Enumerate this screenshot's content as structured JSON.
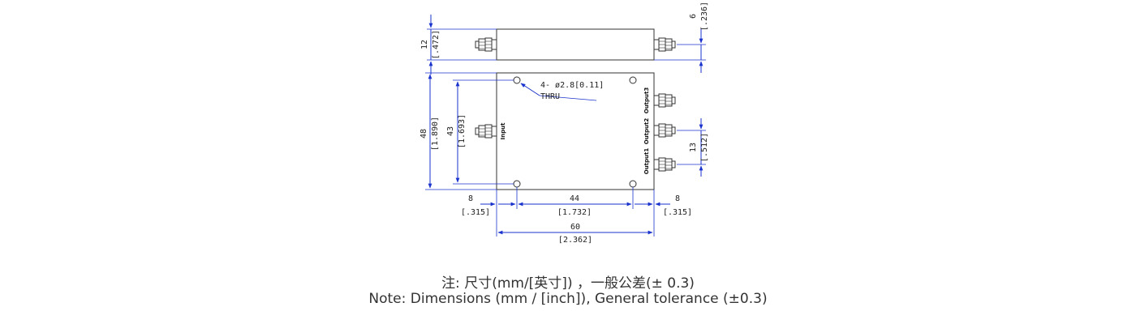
{
  "colors": {
    "dimension": "#1a33cc",
    "outline": "#333333",
    "text": "#222222"
  },
  "side_view": {
    "height": {
      "mm": "12",
      "inch": "[.472]"
    },
    "connector_offset": {
      "mm": "6",
      "inch": "[.236]"
    }
  },
  "top_view": {
    "height": {
      "mm": "48",
      "inch": "[1.890]"
    },
    "hole_span_vertical": {
      "mm": "43",
      "inch": "[1.693]"
    },
    "output_pitch": {
      "mm": "13",
      "inch": "[.512]"
    },
    "left_offset": {
      "mm": "8",
      "inch": "[.315]"
    },
    "hole_span_horizontal": {
      "mm": "44",
      "inch": "[1.732]"
    },
    "right_offset": {
      "mm": "8",
      "inch": "[.315]"
    },
    "length": {
      "mm": "60",
      "inch": "[2.362]"
    },
    "hole_callout": {
      "line1": "4- ø2.8[0.11]",
      "line2": "THRU"
    },
    "ports": {
      "input": "Input",
      "output1": "Output1",
      "output2": "Output2",
      "output3": "Output3"
    }
  },
  "notes": {
    "chinese": "注: 尺寸(mm/[英寸]) ，一般公差(± 0.3)",
    "english": "Note: Dimensions (mm / [inch]), General tolerance (±0.3)"
  }
}
